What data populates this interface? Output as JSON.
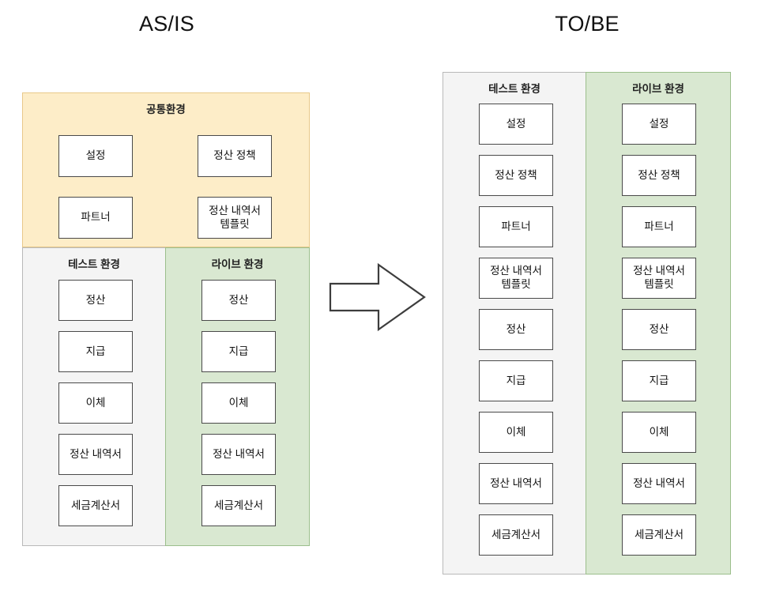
{
  "diagram": {
    "type": "before-after-architecture-comparison",
    "background_color": "#ffffff",
    "arrow_icon": "right-arrow-icon",
    "colors": {
      "common_zone_fill": "#fdedc8",
      "common_zone_border": "#e8c98a",
      "test_zone_fill": "#f4f4f4",
      "test_zone_border": "#b9b9b9",
      "live_zone_fill": "#d9e8d1",
      "live_zone_border": "#9cbf8c",
      "node_border": "#4a4a4a",
      "node_fill": "#ffffff",
      "text": "#111111"
    }
  },
  "asis": {
    "title": "AS/IS",
    "common_zone": {
      "label": "공통환경",
      "nodes": [
        {
          "label": "설정",
          "col": 0,
          "row": 0
        },
        {
          "label": "정산 정책",
          "col": 1,
          "row": 0
        },
        {
          "label": "파트너",
          "col": 0,
          "row": 1
        },
        {
          "label": "정산 내역서\n템플릿",
          "col": 1,
          "row": 1
        }
      ]
    },
    "test_zone": {
      "label": "테스트 환경",
      "nodes": [
        {
          "label": "정산"
        },
        {
          "label": "지급"
        },
        {
          "label": "이체"
        },
        {
          "label": "정산 내역서"
        },
        {
          "label": "세금계산서"
        }
      ]
    },
    "live_zone": {
      "label": "라이브 환경",
      "nodes": [
        {
          "label": "정산"
        },
        {
          "label": "지급"
        },
        {
          "label": "이체"
        },
        {
          "label": "정산 내역서"
        },
        {
          "label": "세금계산서"
        }
      ]
    }
  },
  "tobe": {
    "title": "TO/BE",
    "test_zone": {
      "label": "테스트 환경",
      "nodes": [
        {
          "label": "설정"
        },
        {
          "label": "정산 정책"
        },
        {
          "label": "파트너"
        },
        {
          "label": "정산 내역서\n템플릿"
        },
        {
          "label": "정산"
        },
        {
          "label": "지급"
        },
        {
          "label": "이체"
        },
        {
          "label": "정산 내역서"
        },
        {
          "label": "세금계산서"
        }
      ]
    },
    "live_zone": {
      "label": "라이브 환경",
      "nodes": [
        {
          "label": "설정"
        },
        {
          "label": "정산 정책"
        },
        {
          "label": "파트너"
        },
        {
          "label": "정산 내역서\n템플릿"
        },
        {
          "label": "정산"
        },
        {
          "label": "지급"
        },
        {
          "label": "이체"
        },
        {
          "label": "정산 내역서"
        },
        {
          "label": "세금계산서"
        }
      ]
    }
  }
}
